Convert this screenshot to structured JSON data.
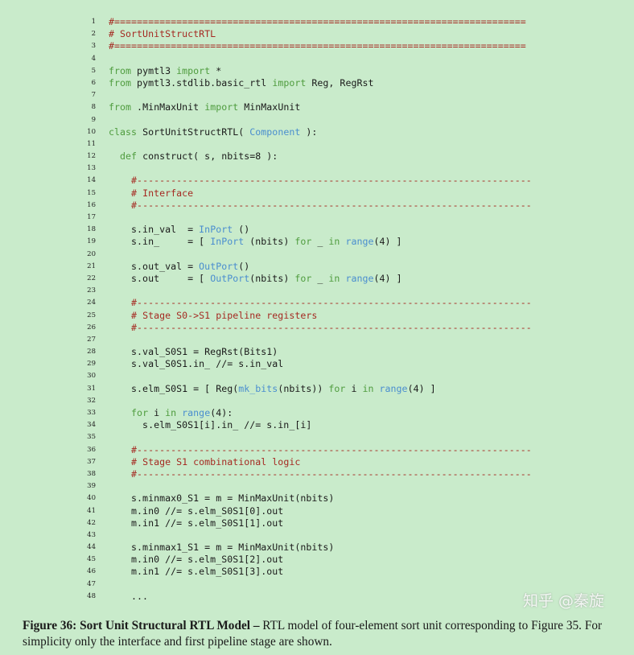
{
  "colors": {
    "background": "#c9ebcb",
    "keyword": "#4f9c3e",
    "comment": "#a52a22",
    "builtin": "#4a8ecf"
  },
  "code_lines": [
    {
      "n": "1",
      "s": [
        [
          "cm",
          "#========================================================================="
        ]
      ]
    },
    {
      "n": "2",
      "s": [
        [
          "cm",
          "# SortUnitStructRTL"
        ]
      ]
    },
    {
      "n": "3",
      "s": [
        [
          "cm",
          "#========================================================================="
        ]
      ]
    },
    {
      "n": "4",
      "s": []
    },
    {
      "n": "5",
      "s": [
        [
          "kw",
          "from"
        ],
        [
          "tx",
          " pymtl3 "
        ],
        [
          "kw",
          "import"
        ],
        [
          "tx",
          " *"
        ]
      ]
    },
    {
      "n": "6",
      "s": [
        [
          "kw",
          "from"
        ],
        [
          "tx",
          " pymtl3.stdlib.basic_rtl "
        ],
        [
          "kw",
          "import"
        ],
        [
          "tx",
          " Reg, RegRst"
        ]
      ]
    },
    {
      "n": "7",
      "s": []
    },
    {
      "n": "8",
      "s": [
        [
          "kw",
          "from"
        ],
        [
          "tx",
          " .MinMaxUnit "
        ],
        [
          "kw",
          "import"
        ],
        [
          "tx",
          " MinMaxUnit"
        ]
      ]
    },
    {
      "n": "9",
      "s": []
    },
    {
      "n": "10",
      "s": [
        [
          "kw",
          "class"
        ],
        [
          "tx",
          " SortUnitStructRTL( "
        ],
        [
          "bi",
          "Component"
        ],
        [
          "tx",
          " ):"
        ]
      ]
    },
    {
      "n": "11",
      "s": []
    },
    {
      "n": "12",
      "s": [
        [
          "tx",
          "  "
        ],
        [
          "kw",
          "def"
        ],
        [
          "tx",
          " construct( s, nbits=8 ):"
        ]
      ]
    },
    {
      "n": "13",
      "s": []
    },
    {
      "n": "14",
      "s": [
        [
          "tx",
          "    "
        ],
        [
          "cm",
          "#----------------------------------------------------------------------"
        ]
      ]
    },
    {
      "n": "15",
      "s": [
        [
          "tx",
          "    "
        ],
        [
          "cm",
          "# Interface"
        ]
      ]
    },
    {
      "n": "16",
      "s": [
        [
          "tx",
          "    "
        ],
        [
          "cm",
          "#----------------------------------------------------------------------"
        ]
      ]
    },
    {
      "n": "17",
      "s": []
    },
    {
      "n": "18",
      "s": [
        [
          "tx",
          "    s.in_val  = "
        ],
        [
          "bi",
          "InPort"
        ],
        [
          "tx",
          " ()"
        ]
      ]
    },
    {
      "n": "19",
      "s": [
        [
          "tx",
          "    s.in_     = [ "
        ],
        [
          "bi",
          "InPort"
        ],
        [
          "tx",
          " (nbits) "
        ],
        [
          "kw",
          "for"
        ],
        [
          "tx",
          " _ "
        ],
        [
          "kw",
          "in"
        ],
        [
          "tx",
          " "
        ],
        [
          "bi",
          "range"
        ],
        [
          "tx",
          "(4) ]"
        ]
      ]
    },
    {
      "n": "20",
      "s": []
    },
    {
      "n": "21",
      "s": [
        [
          "tx",
          "    s.out_val = "
        ],
        [
          "bi",
          "OutPort"
        ],
        [
          "tx",
          "()"
        ]
      ]
    },
    {
      "n": "22",
      "s": [
        [
          "tx",
          "    s.out     = [ "
        ],
        [
          "bi",
          "OutPort"
        ],
        [
          "tx",
          "(nbits) "
        ],
        [
          "kw",
          "for"
        ],
        [
          "tx",
          " _ "
        ],
        [
          "kw",
          "in"
        ],
        [
          "tx",
          " "
        ],
        [
          "bi",
          "range"
        ],
        [
          "tx",
          "(4) ]"
        ]
      ]
    },
    {
      "n": "23",
      "s": []
    },
    {
      "n": "24",
      "s": [
        [
          "tx",
          "    "
        ],
        [
          "cm",
          "#----------------------------------------------------------------------"
        ]
      ]
    },
    {
      "n": "25",
      "s": [
        [
          "tx",
          "    "
        ],
        [
          "cm",
          "# Stage S0->S1 pipeline registers"
        ]
      ]
    },
    {
      "n": "26",
      "s": [
        [
          "tx",
          "    "
        ],
        [
          "cm",
          "#----------------------------------------------------------------------"
        ]
      ]
    },
    {
      "n": "27",
      "s": []
    },
    {
      "n": "28",
      "s": [
        [
          "tx",
          "    s.val_S0S1 = RegRst(Bits1)"
        ]
      ]
    },
    {
      "n": "29",
      "s": [
        [
          "tx",
          "    s.val_S0S1.in_ //= s.in_val"
        ]
      ]
    },
    {
      "n": "30",
      "s": []
    },
    {
      "n": "31",
      "s": [
        [
          "tx",
          "    s.elm_S0S1 = [ Reg("
        ],
        [
          "bi",
          "mk_bits"
        ],
        [
          "tx",
          "(nbits)) "
        ],
        [
          "kw",
          "for"
        ],
        [
          "tx",
          " i "
        ],
        [
          "kw",
          "in"
        ],
        [
          "tx",
          " "
        ],
        [
          "bi",
          "range"
        ],
        [
          "tx",
          "(4) ]"
        ]
      ]
    },
    {
      "n": "32",
      "s": []
    },
    {
      "n": "33",
      "s": [
        [
          "tx",
          "    "
        ],
        [
          "kw",
          "for"
        ],
        [
          "tx",
          " i "
        ],
        [
          "kw",
          "in"
        ],
        [
          "tx",
          " "
        ],
        [
          "bi",
          "range"
        ],
        [
          "tx",
          "(4):"
        ]
      ]
    },
    {
      "n": "34",
      "s": [
        [
          "tx",
          "      s.elm_S0S1[i].in_ //= s.in_[i]"
        ]
      ]
    },
    {
      "n": "35",
      "s": []
    },
    {
      "n": "36",
      "s": [
        [
          "tx",
          "    "
        ],
        [
          "cm",
          "#----------------------------------------------------------------------"
        ]
      ]
    },
    {
      "n": "37",
      "s": [
        [
          "tx",
          "    "
        ],
        [
          "cm",
          "# Stage S1 combinational logic"
        ]
      ]
    },
    {
      "n": "38",
      "s": [
        [
          "tx",
          "    "
        ],
        [
          "cm",
          "#----------------------------------------------------------------------"
        ]
      ]
    },
    {
      "n": "39",
      "s": []
    },
    {
      "n": "40",
      "s": [
        [
          "tx",
          "    s.minmax0_S1 = m = MinMaxUnit(nbits)"
        ]
      ]
    },
    {
      "n": "41",
      "s": [
        [
          "tx",
          "    m.in0 //= s.elm_S0S1[0].out"
        ]
      ]
    },
    {
      "n": "42",
      "s": [
        [
          "tx",
          "    m.in1 //= s.elm_S0S1[1].out"
        ]
      ]
    },
    {
      "n": "43",
      "s": []
    },
    {
      "n": "44",
      "s": [
        [
          "tx",
          "    s.minmax1_S1 = m = MinMaxUnit(nbits)"
        ]
      ]
    },
    {
      "n": "45",
      "s": [
        [
          "tx",
          "    m.in0 //= s.elm_S0S1[2].out"
        ]
      ]
    },
    {
      "n": "46",
      "s": [
        [
          "tx",
          "    m.in1 //= s.elm_S0S1[3].out"
        ]
      ]
    },
    {
      "n": "47",
      "s": []
    },
    {
      "n": "48",
      "s": [
        [
          "tx",
          "    ..."
        ]
      ]
    }
  ],
  "caption": {
    "label": "Figure 36: Sort Unit Structural RTL Model –",
    "text": " RTL model of four-element sort unit corresponding to Figure 35. For simplicity only the interface and first pipeline stage are shown."
  },
  "watermark": "知乎 @秦旋"
}
